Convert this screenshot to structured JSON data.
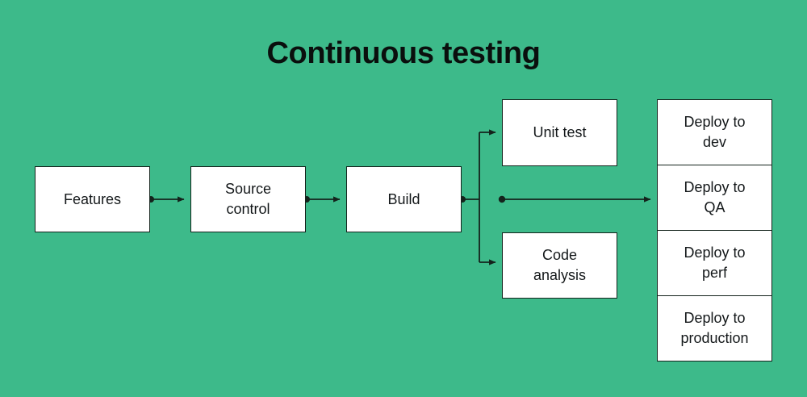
{
  "diagram": {
    "title": "Continuous testing",
    "background_color": "#3dba8a",
    "node_fill_color": "#ffffff",
    "stroke_color": "#14231c",
    "text_color": "#14181a",
    "title_color": "#0a0f0d",
    "type": "flowchart",
    "nodes": [
      {
        "id": "features",
        "label": "Features"
      },
      {
        "id": "source",
        "label": "Source\ncontrol"
      },
      {
        "id": "build",
        "label": "Build"
      },
      {
        "id": "unit_test",
        "label": "Unit test"
      },
      {
        "id": "code_analysis",
        "label": "Code\nanalysis"
      }
    ],
    "deploy_stack": {
      "cells": [
        {
          "id": "deploy_dev",
          "label": "Deploy to\ndev"
        },
        {
          "id": "deploy_qa",
          "label": "Deploy to\nQA"
        },
        {
          "id": "deploy_perf",
          "label": "Deploy to\nperf"
        },
        {
          "id": "deploy_production",
          "label": "Deploy to\nproduction"
        }
      ]
    },
    "edges": [
      {
        "from": "features",
        "to": "source"
      },
      {
        "from": "source",
        "to": "build"
      },
      {
        "from": "build",
        "to": "unit_test"
      },
      {
        "from": "build",
        "to": "code_analysis"
      },
      {
        "from": "build",
        "to": "deploy_qa"
      }
    ]
  }
}
